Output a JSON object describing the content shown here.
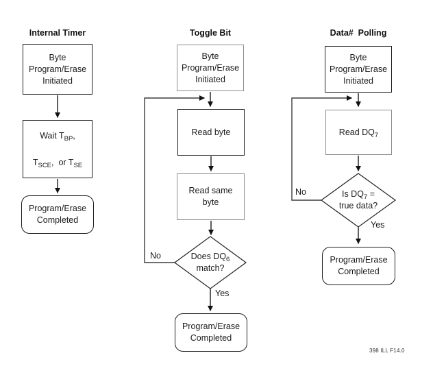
{
  "diagram": {
    "columns": [
      {
        "title": "Internal Timer",
        "box_initiated": "Byte\nProgram/Erase\nInitiated",
        "wait_line1": {
          "t1": "Wait T",
          "sub1": "BP",
          "t2": ","
        },
        "wait_line2": {
          "t1": "T",
          "sub1": "SCE",
          "t2": ",  or T",
          "sub2": "SE"
        },
        "box_completed": "Program/Erase\nCompleted"
      },
      {
        "title": "Toggle Bit",
        "box_initiated": "Byte\nProgram/Erase\nInitiated",
        "box_read_byte": "Read byte",
        "box_read_same_byte": "Read same\nbyte",
        "diamond": {
          "line1_text": "Does DQ",
          "line1_sub": "6",
          "line2": "match?"
        },
        "label_no": "No",
        "label_yes": "Yes",
        "box_completed": "Program/Erase\nCompleted"
      },
      {
        "title": "Data#  Polling",
        "box_initiated": "Byte\nProgram/Erase\nInitiated",
        "read_dq": {
          "text": "Read DQ",
          "sub": "7"
        },
        "diamond": {
          "line1_text": "Is DQ",
          "line1_sub": "7",
          "line1_tail": " =",
          "line2": "true data?"
        },
        "label_no": "No",
        "label_yes": "Yes",
        "box_completed": "Program/Erase\nCompleted"
      }
    ],
    "footer_note": "398 ILL F14.0"
  }
}
